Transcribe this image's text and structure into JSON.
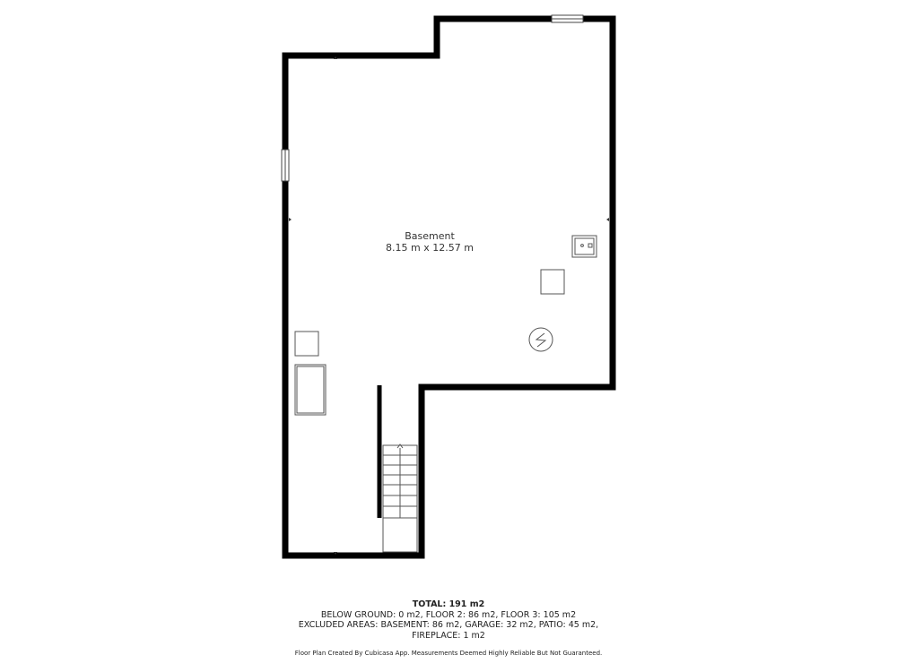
{
  "room": {
    "name": "Basement",
    "dimensions": "8.15 m x 12.57 m"
  },
  "summary": {
    "total": "TOTAL: 191 m2",
    "line1": "BELOW GROUND: 0 m2, FLOOR 2: 86 m2, FLOOR 3: 105 m2",
    "line2": "EXCLUDED AREAS: BASEMENT: 86 m2, GARAGE: 32 m2, PATIO: 45 m2,",
    "line3": "FIREPLACE: 1 m2"
  },
  "disclaimer": "Floor Plan Created By Cubicasa App. Measurements Deemed Highly Reliable But Not Guaranteed.",
  "colors": {
    "wall": "#000000",
    "fixture": "#555555",
    "text": "#222222"
  },
  "icons": {
    "water_heater": "lightning-circle-icon",
    "sink": "utility-sink-icon"
  }
}
